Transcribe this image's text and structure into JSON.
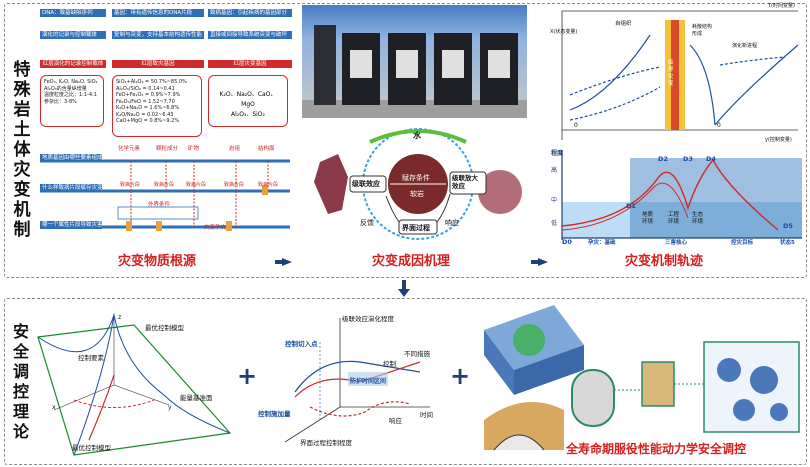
{
  "top_title": "特殊岩土体灾变机制",
  "bottom_title": "安全调控理论",
  "material": {
    "headers": [
      "DNA：致基缺陷序列",
      "基因：带有遗传信息的DNA片段",
      "致病基因：引起疾病的基因部分"
    ],
    "row2": [
      "演化的记录与控制载体",
      "复制与突变，支持基本结构遗传性能",
      "直接或间接导致系统突变与破坏"
    ],
    "row3": [
      "红层演化的记录控制载体",
      "红层致灾基因",
      "红层灾变基因"
    ],
    "box1": [
      "FeO₃, K₂O, Na₂O, SiO₂",
      "Al₂O₃的含量纵增量",
      "温度粒度之比：1:1-4:1",
      "参杂比：3-8%"
    ],
    "box2": [
      "SiO₂+Al₂O₃ = 50.7%~85.0%",
      "Al₂O₃/SiO₂ = 0.14~0.41",
      "FeO+Fe₂O₃ = 0.9%~7.9%",
      "Fe₂O₃/FeO = 1.52~7.70",
      "K₂O+Na₂O = 1.6%~6.8%",
      "K₂O/Na₂O = 0.02~6.43",
      "CaO+MgO = 0.8%~9.2%"
    ],
    "box3": [
      "K₂O、Na₂O、CaO、MgO",
      "Al₂O₃、SiO₂"
    ],
    "questions": [
      "地质基因由哪些要素组成？",
      "什么样致病片段赋存灾变？",
      "哪一个属性片段导致灾害？"
    ],
    "segments": [
      "化学元素",
      "颗粒成分",
      "矿物",
      "岩组",
      "结构面"
    ],
    "mid_labels": [
      "致病片段",
      "致病片段",
      "致病片段",
      "致病片段",
      "致病片段"
    ],
    "env_label": "外界条件",
    "disaster_label": "灾变孕灾",
    "caption": "灾变物质根源"
  },
  "mechanism": {
    "water": "水",
    "left": "级联效应",
    "right": "级联放大效应",
    "center_top": "赋存条件",
    "center_bottom": "软岩",
    "bottom": "界面过程",
    "feedback": "反馈",
    "response": "响应",
    "caption": "灾变成因机理"
  },
  "trajectory": {
    "t_axis": "T(时间变量)",
    "x_axis": "X(状态变量)",
    "y_axis": "y(控制变量)",
    "self_org": "自组织",
    "catastrophe": "临界灾变",
    "new_form": "耗散结构形成",
    "new_proc": "演化新进程",
    "zero1": "0",
    "zero2": "0",
    "y_title": "程度",
    "levels": [
      "高",
      "中",
      "低"
    ],
    "points": [
      "D0",
      "D1",
      "D2",
      "D3",
      "D4",
      "D5"
    ],
    "env": [
      "地质环境",
      "工程环境",
      "生态环境"
    ],
    "stages": [
      "孕灾：基础",
      "三害核心",
      "控灾目标",
      "状态5"
    ],
    "caption": "灾变机制轨迹"
  },
  "control": {
    "model_top": "最优控制模型",
    "model_bottom": "最优控制模型",
    "factor": "控制要素",
    "energy": "能量基准面",
    "axes": [
      "z",
      "x",
      "y"
    ],
    "cascade_title": "级联效应演化程度",
    "ctrl_in": "控制切入点",
    "ctrl": "控制",
    "measures": "不同措施",
    "protect": "防护时间区间",
    "time": "时间",
    "load": "控制施加量",
    "response": "响应",
    "interface": "界面过程控制程度",
    "plus": "+",
    "caption": "全寿命期服役性能动力学安全调控"
  },
  "colors": {
    "red": "#d71f1f",
    "blue": "#2f6fb7",
    "arrow": "#1f3f7a"
  }
}
